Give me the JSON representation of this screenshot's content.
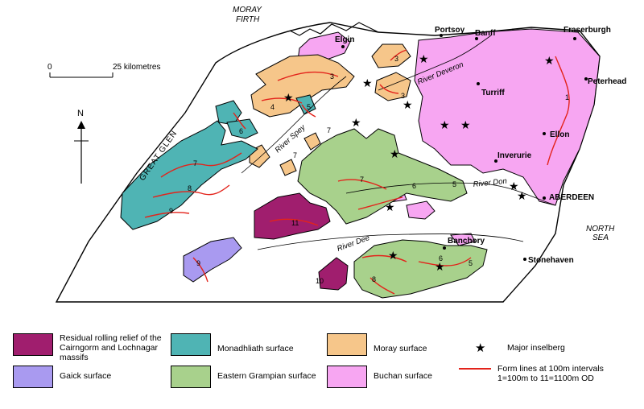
{
  "places": {
    "moray_firth": [
      "MORAY",
      "FIRTH"
    ],
    "great_glen": "GREAT GLEN",
    "north_sea": [
      "NORTH",
      "SEA"
    ],
    "elgin": "Elgin",
    "portsoy": "Portsoy",
    "banff": "Banff",
    "fraserburgh": "Fraserburgh",
    "peterhead": "Peterhead",
    "turriff": "Turriff",
    "ellon": "Ellon",
    "inverurie": "Inverurie",
    "aberdeen": "ABERDEEN",
    "banchory": "Banchory",
    "stonehaven": "Stonehaven"
  },
  "rivers": {
    "deveron": "River Deveron",
    "spey": "River Spey",
    "don": "River Don",
    "dee": "River Dee"
  },
  "scale": {
    "start": "0",
    "end": "25 kilometres"
  },
  "north": "N",
  "form_labels": [
    "3",
    "3",
    "3",
    "4",
    "5",
    "6",
    "7",
    "7",
    "7",
    "8",
    "9",
    "7",
    "6",
    "5",
    "11",
    "10",
    "9",
    "8",
    "6",
    "5",
    "1"
  ],
  "colors": {
    "residual": "#a01e6e",
    "monadhliath": "#4fb4b4",
    "moray": "#f6c68a",
    "gaick": "#a99af0",
    "eastern_grampian": "#a8d18c",
    "buchan": "#f7a6f2",
    "form_line": "#e3231b"
  },
  "legend": {
    "residual": [
      "Residual rolling relief of the",
      "Cairngorm and Lochnagar",
      "massifs"
    ],
    "monadhliath": "Monadhliath surface",
    "moray": "Moray surface",
    "gaick": "Gaick surface",
    "eastern_grampian": "Eastern Grampian surface",
    "buchan": "Buchan surface",
    "inselberg": "Major inselberg",
    "form_lines": [
      "Form lines at 100m intervals",
      "1=100m to 11=1100m OD"
    ]
  }
}
